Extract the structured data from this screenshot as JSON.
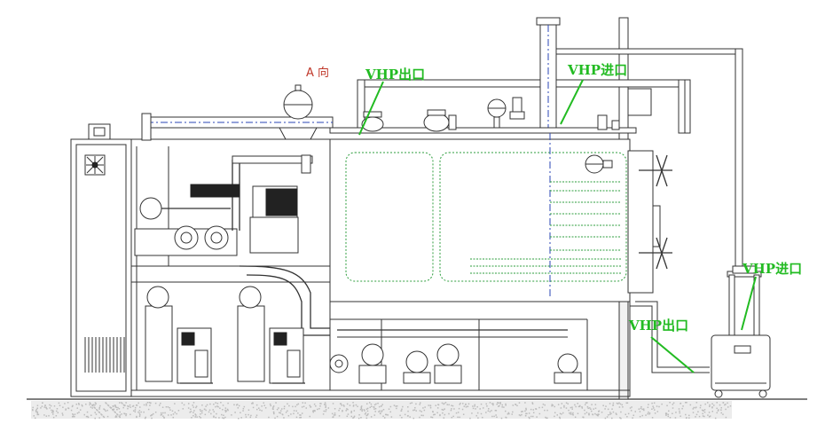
{
  "labels": {
    "direction_a": "A 向",
    "vhp_outlet_top": "VHP出口",
    "vhp_inlet_top": "VHP进口",
    "vhp_inlet_generator": "VHP进口",
    "vhp_outlet_generator": "VHP出口"
  },
  "colors": {
    "label_green": "#22bb22",
    "label_red": "#c0392b",
    "line_dark": "#333333",
    "dashed_green": "#2e9e3e",
    "centerline_blue": "#2a46b5"
  },
  "icons": [
    "fan-icon",
    "vent-grille-icon",
    "pump-icon",
    "valve-icon",
    "hinge-icon",
    "wheel-icon",
    "handle-icon"
  ]
}
